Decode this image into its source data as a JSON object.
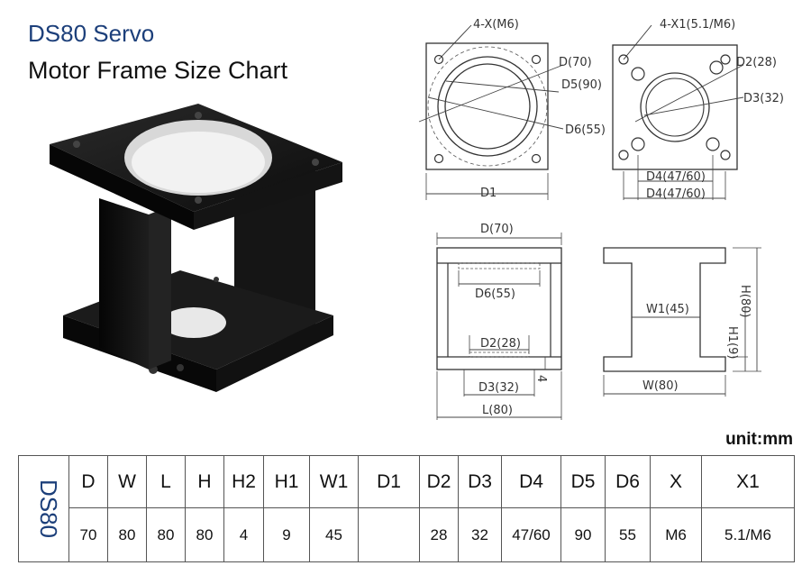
{
  "title": {
    "line1": "DS80 Servo",
    "line2": "Motor Frame Size Chart"
  },
  "drawing_labels": {
    "top_left": {
      "x": "4-X(M6)",
      "d": "D(70)",
      "d5": "D5(90)",
      "d6": "D6(55)",
      "d1": "D1"
    },
    "top_right": {
      "x1": "4-X1(5.1/M6)",
      "d2": "D2(28)",
      "d3": "D3(32)",
      "d4a": "D4(47/60)",
      "d4b": "D4(47/60)"
    },
    "front": {
      "d": "D(70)",
      "d6": "D6(55)",
      "d2": "D2(28)",
      "d3": "D3(32)",
      "four": "4",
      "l": "L(80)"
    },
    "side": {
      "w1": "W1(45)",
      "h": "H(80)",
      "h1": "H1(9)",
      "w": "W(80)"
    }
  },
  "unit_label": "unit:mm",
  "table": {
    "model": "DS80",
    "headers": [
      "D",
      "W",
      "L",
      "H",
      "H2",
      "H1",
      "W1",
      "D1",
      "D2",
      "D3",
      "D4",
      "D5",
      "D6",
      "X",
      "X1"
    ],
    "values": [
      "70",
      "80",
      "80",
      "80",
      "4",
      "9",
      "45",
      "",
      "28",
      "32",
      "47/60",
      "90",
      "55",
      "M6",
      "5.1/M6"
    ]
  },
  "colors": {
    "title_blue": "#1c3f7a",
    "frame_black": "#141414"
  }
}
